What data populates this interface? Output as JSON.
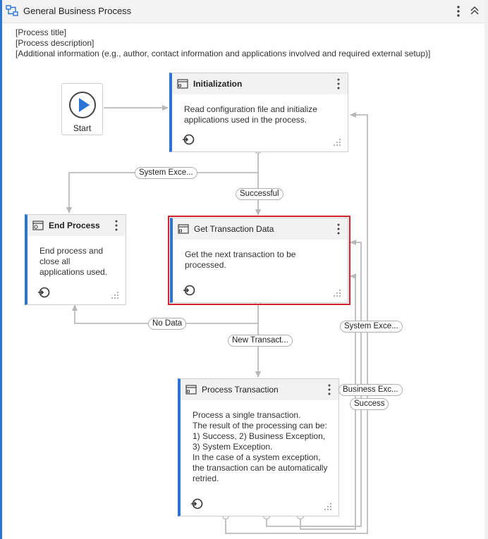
{
  "header": {
    "title": "General Business Process",
    "icon": "flowchart-icon"
  },
  "annotations": {
    "line1": "[Process title]",
    "line2": "[Process description]",
    "line3": "[Additional information (e.g., author, contact information and applications involved and required external setup)]"
  },
  "start": {
    "label": "Start"
  },
  "states": {
    "init": {
      "title": "Initialization",
      "description": "Read configuration file and initialize applications used in the process."
    },
    "end": {
      "title": "End Process",
      "description": "End process and close all applications used."
    },
    "get": {
      "title": "Get Transaction Data",
      "description": "Get the next transaction to be processed."
    },
    "process": {
      "title": "Process Transaction",
      "description": "Process a single transaction.\nThe result of the processing can be: 1) Success, 2) Business Exception, 3) System Exception.\nIn the case of a system exception, the transaction can be automatically retried."
    }
  },
  "transitions": {
    "system_exception_init": "System Exce...",
    "successful": "Successful",
    "no_data": "No Data",
    "new_transaction": "New Transact...",
    "system_exception_process": "System Exce...",
    "business_exception": "Business Exc...",
    "success": "Success"
  },
  "colors": {
    "accent": "#2b74d6",
    "selection": "#d0252a",
    "connector": "#b7b7b7"
  }
}
